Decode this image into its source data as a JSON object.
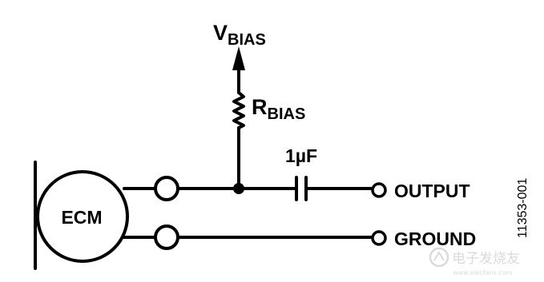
{
  "labels": {
    "vbias_main": "V",
    "vbias_sub": "BIAS",
    "rbias_main": "R",
    "rbias_sub": "BIAS",
    "capacitor_value": "1µF",
    "ecm": "ECM",
    "output": "OUTPUT",
    "ground": "GROUND",
    "figure_id": "11353-001"
  },
  "watermark": {
    "text": "电子发烧友",
    "subtext": "www.elecfans.com"
  },
  "colors": {
    "line": "#000000",
    "background": "#ffffff",
    "watermark": "#bdbdbd"
  }
}
